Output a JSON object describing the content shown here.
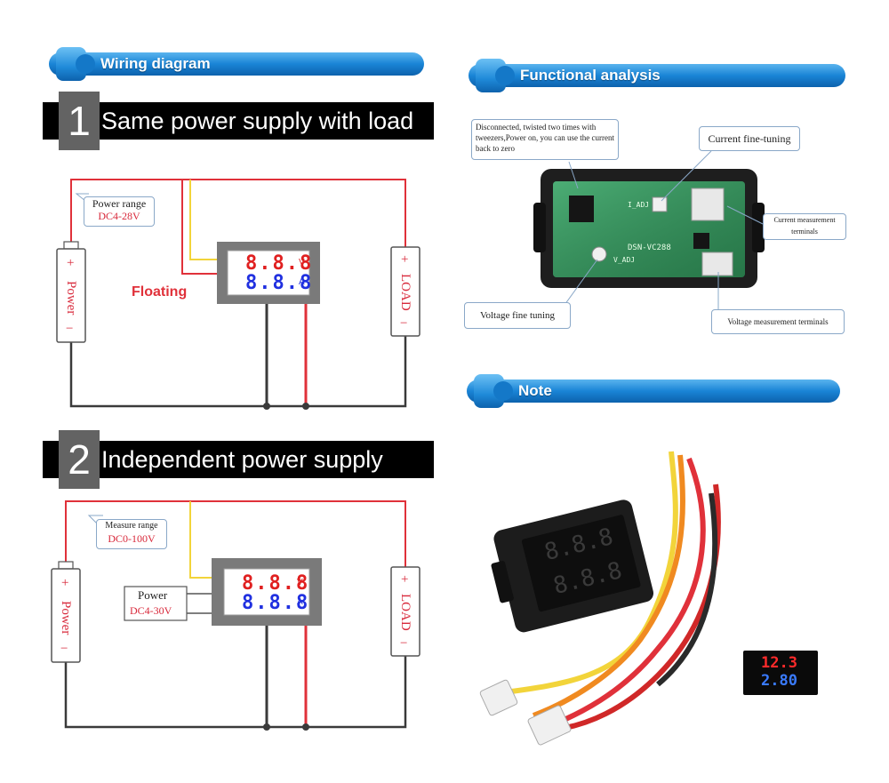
{
  "headers": {
    "wiring": "Wiring diagram",
    "functional": "Functional analysis",
    "note": "Note"
  },
  "section1": {
    "number": "1",
    "title": "Same power supply with load",
    "power_range_label": "Power range",
    "power_range_value": "DC4-28V",
    "floating": "Floating",
    "power": "Power",
    "load": "LOAD",
    "plus": "+",
    "minus": "−",
    "meter_volts": "8.8.8",
    "meter_amps": "8.8.8",
    "unit_v": "V",
    "unit_a": "A"
  },
  "section2": {
    "number": "2",
    "title": "Independent power supply",
    "measure_range_label": "Measure range",
    "measure_range_value": "DC0-100V",
    "power_box_label": "Power",
    "power_box_value": "DC4-30V",
    "power": "Power",
    "load": "LOAD",
    "plus": "+",
    "minus": "−",
    "meter_volts": "8.8.8",
    "meter_amps": "8.8.8",
    "unit_v": "V",
    "unit_a": "A"
  },
  "functional": {
    "disconnected_note": "Disconnected, twisted two times with tweezers,Power on, you can use the current back to zero",
    "current_fine": "Current fine-tuning",
    "current_terminals": "Current measurement terminals",
    "voltage_fine": "Voltage fine tuning",
    "voltage_terminals": "Voltage measurement terminals",
    "board_model": "DSN-VC288",
    "board_v_adj": "V_ADJ",
    "board_i_adj": "I_ADJ"
  },
  "note": {
    "display_top": "12.3",
    "display_bottom": "2.80"
  },
  "colors": {
    "red_wire": "#e0313a",
    "yellow_wire": "#f2d43a",
    "black_wire": "#3a3a3a",
    "digit_red": "#e02020",
    "digit_blue": "#2030e0",
    "ribbon_blue": "#1a84d6"
  }
}
